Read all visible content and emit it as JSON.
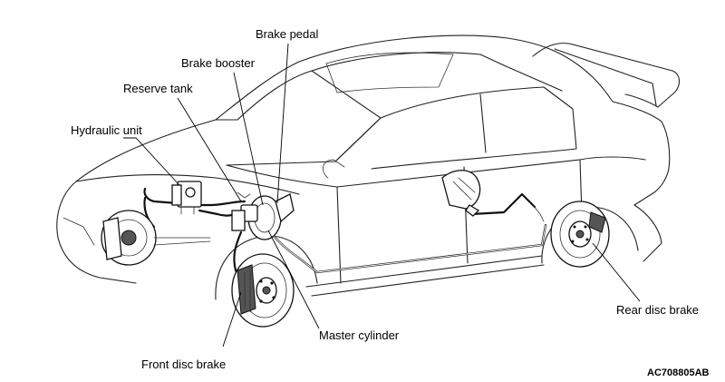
{
  "labels": {
    "brake_pedal": "Brake pedal",
    "brake_booster": "Brake booster",
    "reserve_tank": "Reserve tank",
    "hydraulic_unit": "Hydraulic unit",
    "master_cylinder": "Master cylinder",
    "front_disc_brake": "Front disc brake",
    "rear_disc_brake": "Rear disc brake"
  },
  "figure_code": "AC708805AB"
}
